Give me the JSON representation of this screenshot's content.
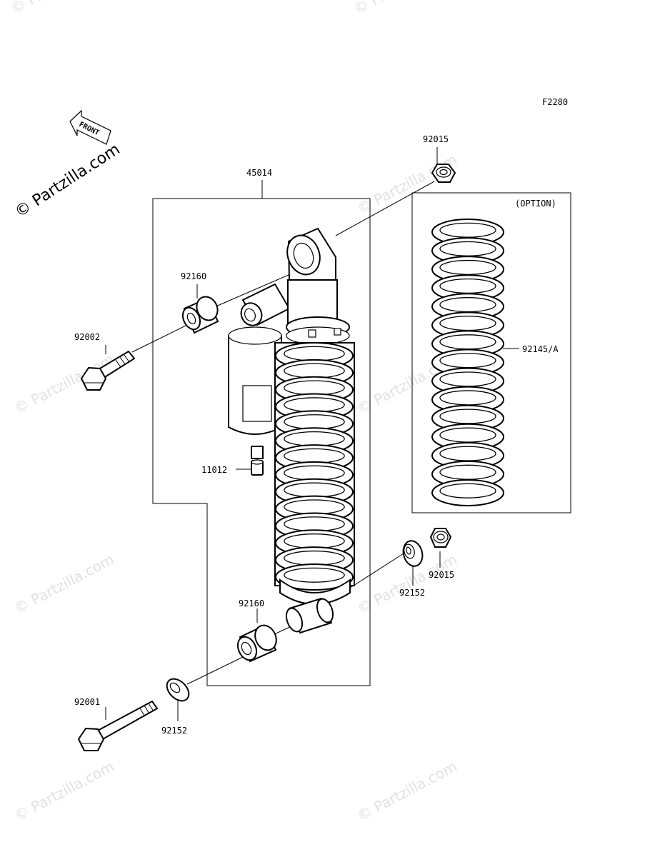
{
  "figure_code": "F2280",
  "front_arrow_label": "FRONT",
  "logo_text": "© Partzilla.com",
  "watermark_text": "© Partzilla.com",
  "option_label": "(OPTION)",
  "part_labels": {
    "shock_assembly": "45014",
    "nut_top": "92015",
    "collar_top": "92160",
    "bolt_top": "92002",
    "spring_option": "92145/A",
    "plug": "11012",
    "nut_bottom": "92015",
    "washer_right": "92152",
    "collar_bottom": "92160",
    "bolt_bottom": "92001",
    "washer_left": "92152"
  }
}
